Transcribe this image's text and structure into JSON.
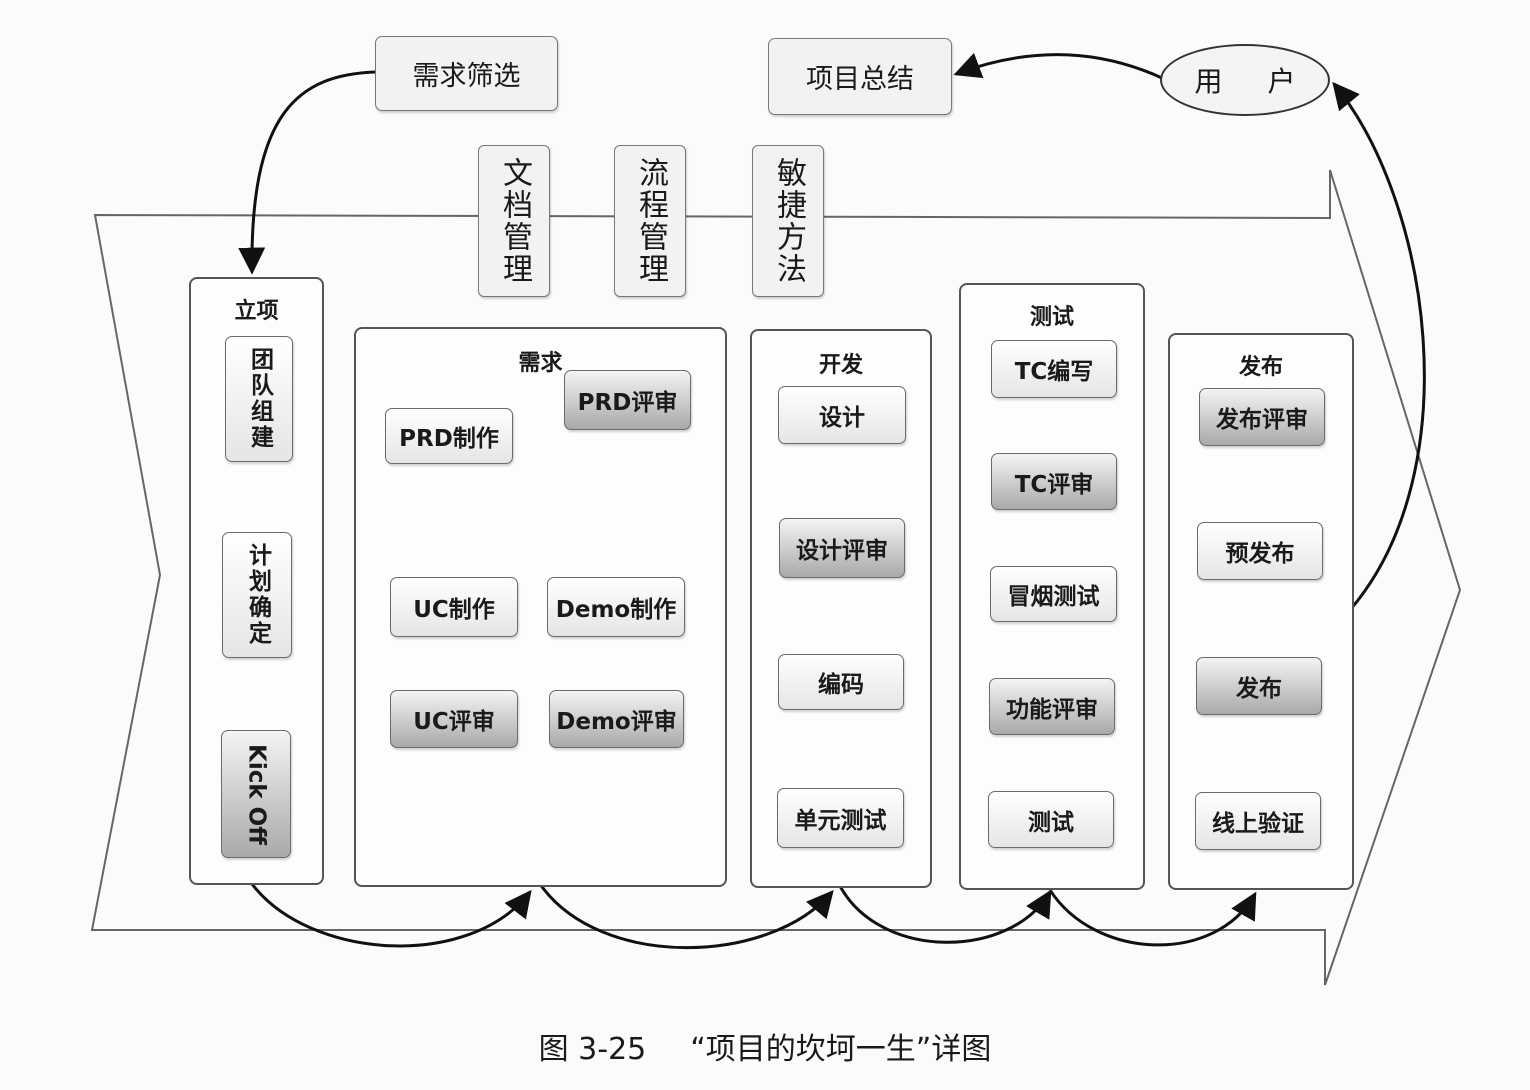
{
  "top": {
    "demand_filter": "需求筛选",
    "summary": "项目总结",
    "user": "用 户"
  },
  "management": [
    "文档管理",
    "流程管理",
    "敏捷方法"
  ],
  "phases": {
    "initiation": {
      "title": "立项",
      "steps": [
        "团队组建",
        "计划确定",
        "Kick Off"
      ]
    },
    "requirements": {
      "title": "需求",
      "prd_make": "PRD制作",
      "prd_review": "PRD评审",
      "uc_make": "UC制作",
      "uc_review": "UC评审",
      "demo_make": "Demo制作",
      "demo_review": "Demo评审"
    },
    "development": {
      "title": "开发",
      "steps": [
        "设计",
        "设计评审",
        "编码",
        "单元测试"
      ]
    },
    "testing": {
      "title": "测试",
      "steps": [
        "TC编写",
        "TC评审",
        "冒烟测试",
        "功能评审",
        "测试"
      ]
    },
    "release": {
      "title": "发布",
      "steps": [
        "发布评审",
        "预发布",
        "发布",
        "线上验证"
      ]
    }
  },
  "caption": {
    "figure": "图 3-25",
    "text": "“项目的坎坷一生”详图"
  },
  "colors": {
    "node_light": "#f5f5f5",
    "node_dark": "#a9a9a9",
    "line": "#222222"
  }
}
